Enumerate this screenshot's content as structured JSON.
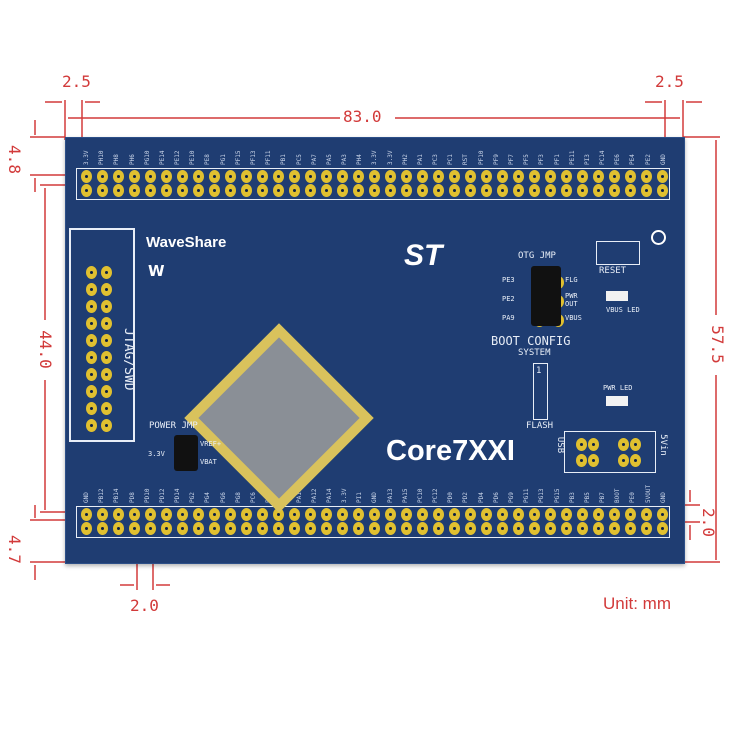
{
  "dimensions": {
    "left_margin": "2.5",
    "right_margin": "2.5",
    "width": "83.0",
    "top_offset": "4.8",
    "jtag_height": "44.0",
    "height": "57.5",
    "bottom_offset": "4.7",
    "pin_pitch": "2.0",
    "right_pitch": "2.0",
    "unit": "Unit: mm"
  },
  "colors": {
    "board": "#1f3d72",
    "pad": "#e0c030",
    "dimension": "#d23a3a",
    "chip": "#8a8f96"
  },
  "board": {
    "brand": "WaveShare",
    "model": "Core7XXI",
    "jtag_label": "JTAG/SWD",
    "power_jmp": {
      "title": "POWER JMP",
      "left": "3.3V",
      "right": [
        "VREF+",
        "VBAT"
      ]
    },
    "otg_jmp": {
      "title": "OTG JMP",
      "left": [
        "PE3",
        "PE2",
        "PA9"
      ],
      "right": [
        "FLG",
        "PWR OUT",
        "VBUS"
      ]
    },
    "reset": "RESET",
    "vbus_led": "VBUS LED",
    "pwr_led": "PWR LED",
    "boot": {
      "title": "BOOT CONFIG",
      "top": "SYSTEM",
      "index": "1",
      "bottom": "FLASH"
    },
    "usb": "USB",
    "vin": "5Vin",
    "top_pins": [
      "3.3V",
      "PH10",
      "PH8",
      "PH6",
      "PG10",
      "PE14",
      "PE12",
      "PE10",
      "PE8",
      "PG1",
      "PF15",
      "PF13",
      "PF11",
      "PB1",
      "PC5",
      "PA7",
      "PA5",
      "PA3",
      "PH4",
      "3.3V",
      "3.3V",
      "PH2",
      "PA1",
      "PC3",
      "PC1",
      "RST",
      "PF10",
      "PF9",
      "PF7",
      "PF5",
      "PF3",
      "PF1",
      "PE11",
      "PI3",
      "PC14",
      "PE6",
      "PE4",
      "PE2",
      "GND"
    ],
    "bottom_pins": [
      "GND",
      "PB12",
      "PB14",
      "PD8",
      "PD10",
      "PD12",
      "PD14",
      "PG2",
      "PG4",
      "PG6",
      "PG8",
      "PC6",
      "PC8",
      "PA8",
      "PA10",
      "PA12",
      "PA14",
      "3.3V",
      "PI1",
      "GND",
      "PA13",
      "PA15",
      "PC10",
      "PC12",
      "PD0",
      "PD2",
      "PD4",
      "PD6",
      "PG9",
      "PG11",
      "PG13",
      "PG15",
      "PB3",
      "PB5",
      "PB7",
      "BOOT",
      "PE0",
      "5VOUT",
      "GND"
    ]
  }
}
